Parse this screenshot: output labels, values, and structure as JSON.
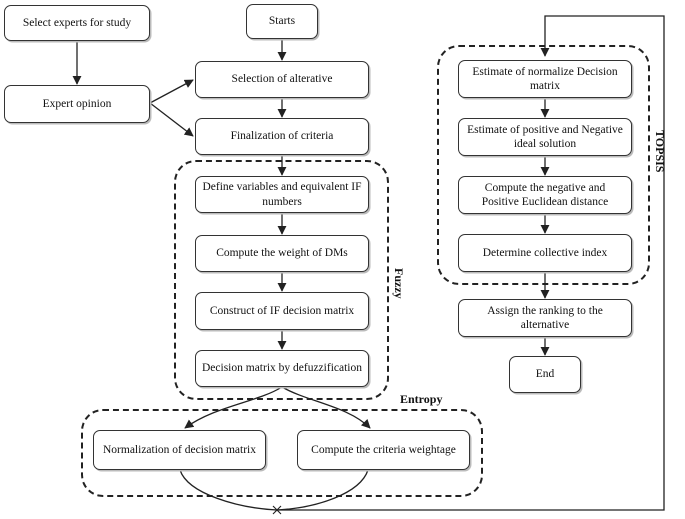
{
  "nodes": {
    "select_experts": "Select experts for study",
    "expert_opinion": "Expert opinion",
    "starts": "Starts",
    "selection_alt": "Selection of alterative",
    "finalization": "Finalization of criteria",
    "define_vars": "Define variables and equivalent IF numbers",
    "compute_weight_dms": "Compute the weight of DMs",
    "construct_if": "Construct of IF decision matrix",
    "decision_defuzz": "Decision matrix by defuzzification",
    "normalization": "Normalization of decision matrix",
    "criteria_weightage": "Compute the criteria weightage",
    "estimate_normalize": "Estimate of normalize Decision matrix",
    "estimate_ideal": "Estimate of positive and Negative ideal solution",
    "compute_euclid": "Compute the negative and Positive Euclidean distance",
    "collective_index": "Determine collective index",
    "assign_ranking": "Assign the ranking to the alternative",
    "end": "End"
  },
  "groups": {
    "fuzzy": "Fuzzy",
    "entropy": "Entropy",
    "topsis": "TOPSIS"
  }
}
